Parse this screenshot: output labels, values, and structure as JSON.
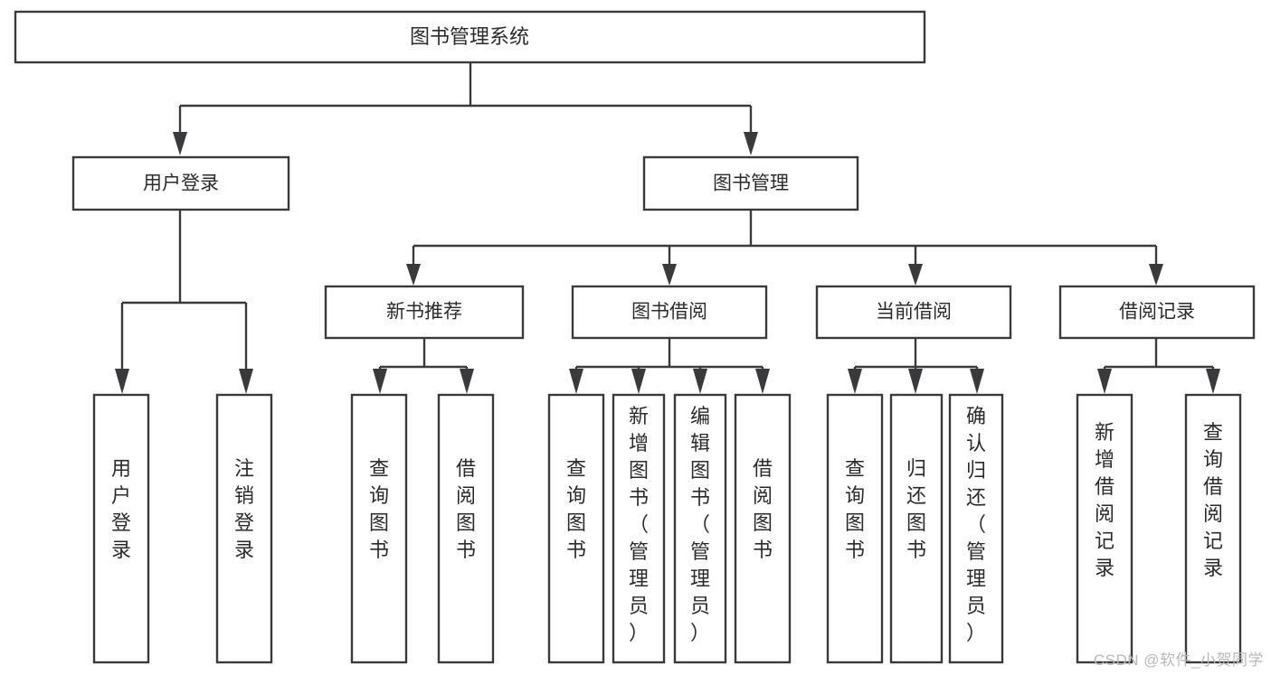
{
  "diagram": {
    "type": "tree",
    "title": "图书管理系统",
    "watermark": "CSDN @软件_小贺同学",
    "colors": {
      "stroke": "#3a3a3c",
      "fill": "#ffffff",
      "text": "#2b2b2b",
      "watermark": "#b9b9bb",
      "background": "#ffffff"
    },
    "root": {
      "label": "图书管理系统"
    },
    "level1": [
      {
        "label": "用户登录"
      },
      {
        "label": "图书管理"
      }
    ],
    "level2": [
      {
        "label": "新书推荐"
      },
      {
        "label": "图书借阅"
      },
      {
        "label": "当前借阅"
      },
      {
        "label": "借阅记录"
      }
    ],
    "leaves": {
      "user_login": [
        {
          "label": "用户登录"
        },
        {
          "label": "注销登录"
        }
      ],
      "new_book_recommend": [
        {
          "label": "查询图书"
        },
        {
          "label": "借阅图书"
        }
      ],
      "book_borrow": [
        {
          "label": "查询图书"
        },
        {
          "label": "新增图书（管理员）"
        },
        {
          "label": "编辑图书（管理员）"
        },
        {
          "label": "借阅图书"
        }
      ],
      "current_borrow": [
        {
          "label": "查询图书"
        },
        {
          "label": "归还图书"
        },
        {
          "label": "确认归还（管理员）"
        }
      ],
      "borrow_record": [
        {
          "label": "新增借阅记录"
        },
        {
          "label": "查询借阅记录"
        }
      ]
    }
  }
}
